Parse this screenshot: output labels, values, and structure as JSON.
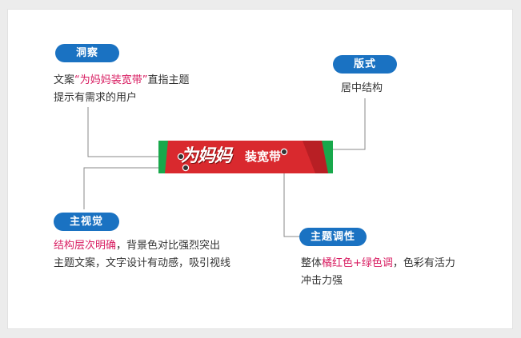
{
  "colors": {
    "pill": "#1a72c2",
    "highlight": "#d81b60",
    "banner_red": "#d9292e",
    "banner_green": "#18a84b",
    "connector": "#8a8a8a"
  },
  "banner": {
    "main_text": "为妈妈",
    "sub_text": "装宽带"
  },
  "insight": {
    "label": "洞察",
    "line1_prefix": "文案",
    "line1_highlight": "“为妈妈装宽带”",
    "line1_suffix": "直指主题",
    "line2": "提示有需求的用户"
  },
  "layout_label": {
    "label": "版式",
    "text": "居中结构"
  },
  "main_visual": {
    "label": "主视觉",
    "line1_highlight": "结构层次明确",
    "line1_suffix": "，背景色对比强烈突出",
    "line2": "主题文案，文字设计有动感，吸引视线"
  },
  "tone": {
    "label": "主题调性",
    "line1_prefix": "整体",
    "line1_highlight": "橘红色+绿色调",
    "line1_suffix": "，色彩有活力",
    "line2": "冲击力强"
  }
}
